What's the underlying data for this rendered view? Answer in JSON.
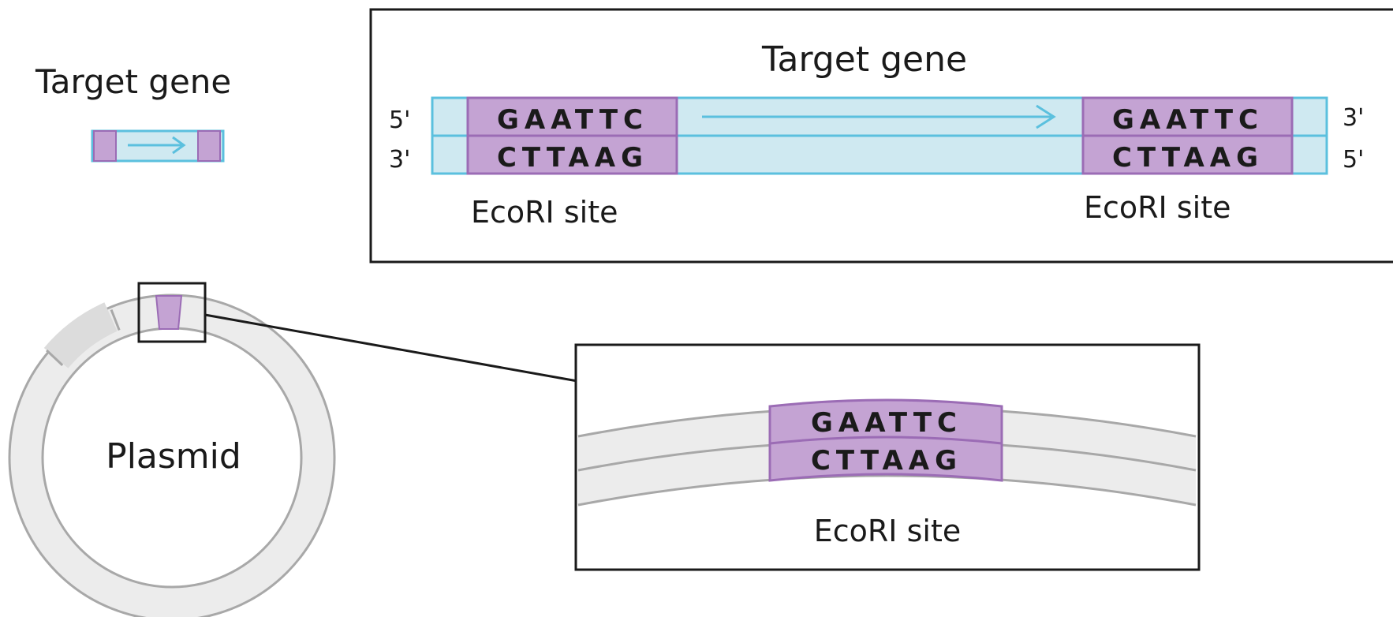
{
  "small_gene": {
    "title": "Target gene"
  },
  "gene_detail": {
    "title": "Target gene",
    "top_left_end": "5'",
    "bottom_left_end": "3'",
    "top_right_end": "3'",
    "bottom_right_end": "5'",
    "left_site": {
      "top_sequence": "GAATTC",
      "bottom_sequence": "CTTAAG",
      "label": "EcoRI site"
    },
    "right_site": {
      "top_sequence": "GAATTC",
      "bottom_sequence": "CTTAAG",
      "label": "EcoRI site"
    }
  },
  "plasmid": {
    "label": "Plasmid"
  },
  "plasmid_detail": {
    "top_sequence": "GAATTC",
    "bottom_sequence": "CTTAAG",
    "label": "EcoRI site"
  },
  "colors": {
    "gene_fill": "#cfe9f1",
    "gene_stroke": "#5bc0de",
    "site_fill": "#c4a3d3",
    "site_stroke": "#9b6cb5",
    "plasmid_fill": "#ececec",
    "plasmid_stroke": "#a8a8a8",
    "ink": "#1a1a1a"
  }
}
